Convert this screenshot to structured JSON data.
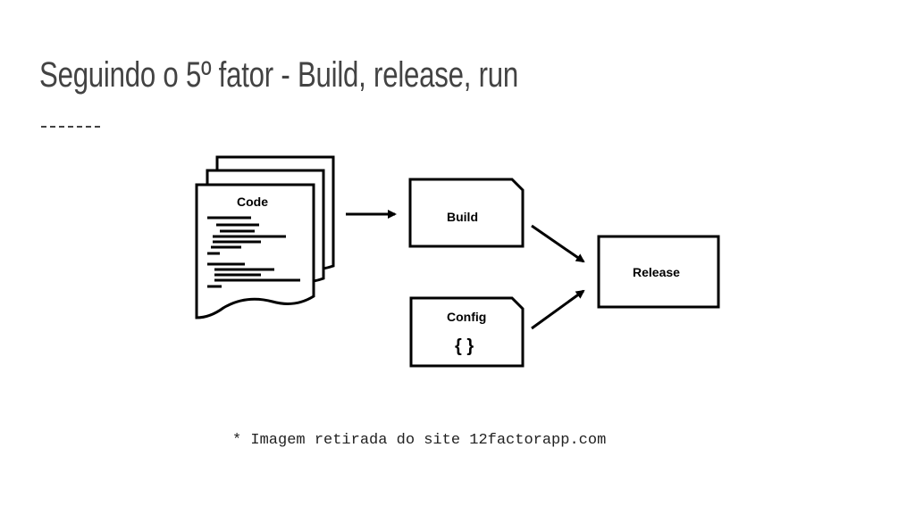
{
  "title": "Seguindo o 5º fator - Build, release, run",
  "diagram": {
    "code_label": "Code",
    "build_label": "Build",
    "config_label": "Config",
    "config_symbol": "{ }",
    "release_label": "Release"
  },
  "caption": "* Imagem retirada do site 12factorapp.com"
}
